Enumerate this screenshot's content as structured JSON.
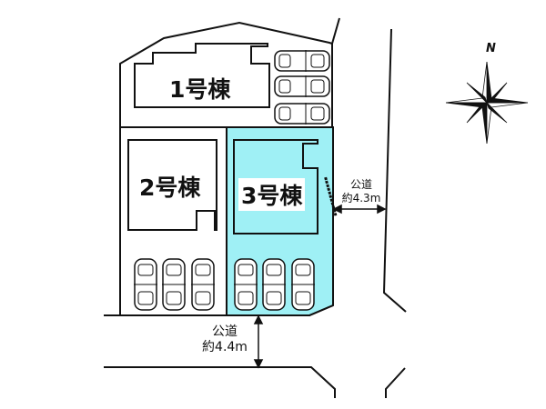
{
  "buildings": [
    {
      "label": "1号棟"
    },
    {
      "label": "2号棟"
    },
    {
      "label": "3号棟",
      "highlighted": true
    }
  ],
  "roads": {
    "east": {
      "name": "公道",
      "width": "約4.3m"
    },
    "south": {
      "name": "公道",
      "width": "約4.4m"
    }
  },
  "compass": {
    "label": "N"
  },
  "colors": {
    "highlight_lot": "#9ff0f5",
    "lines": "#111111"
  },
  "parking": {
    "lot1_cars": 3,
    "lot2_cars": 3,
    "lot3_cars": 3
  }
}
